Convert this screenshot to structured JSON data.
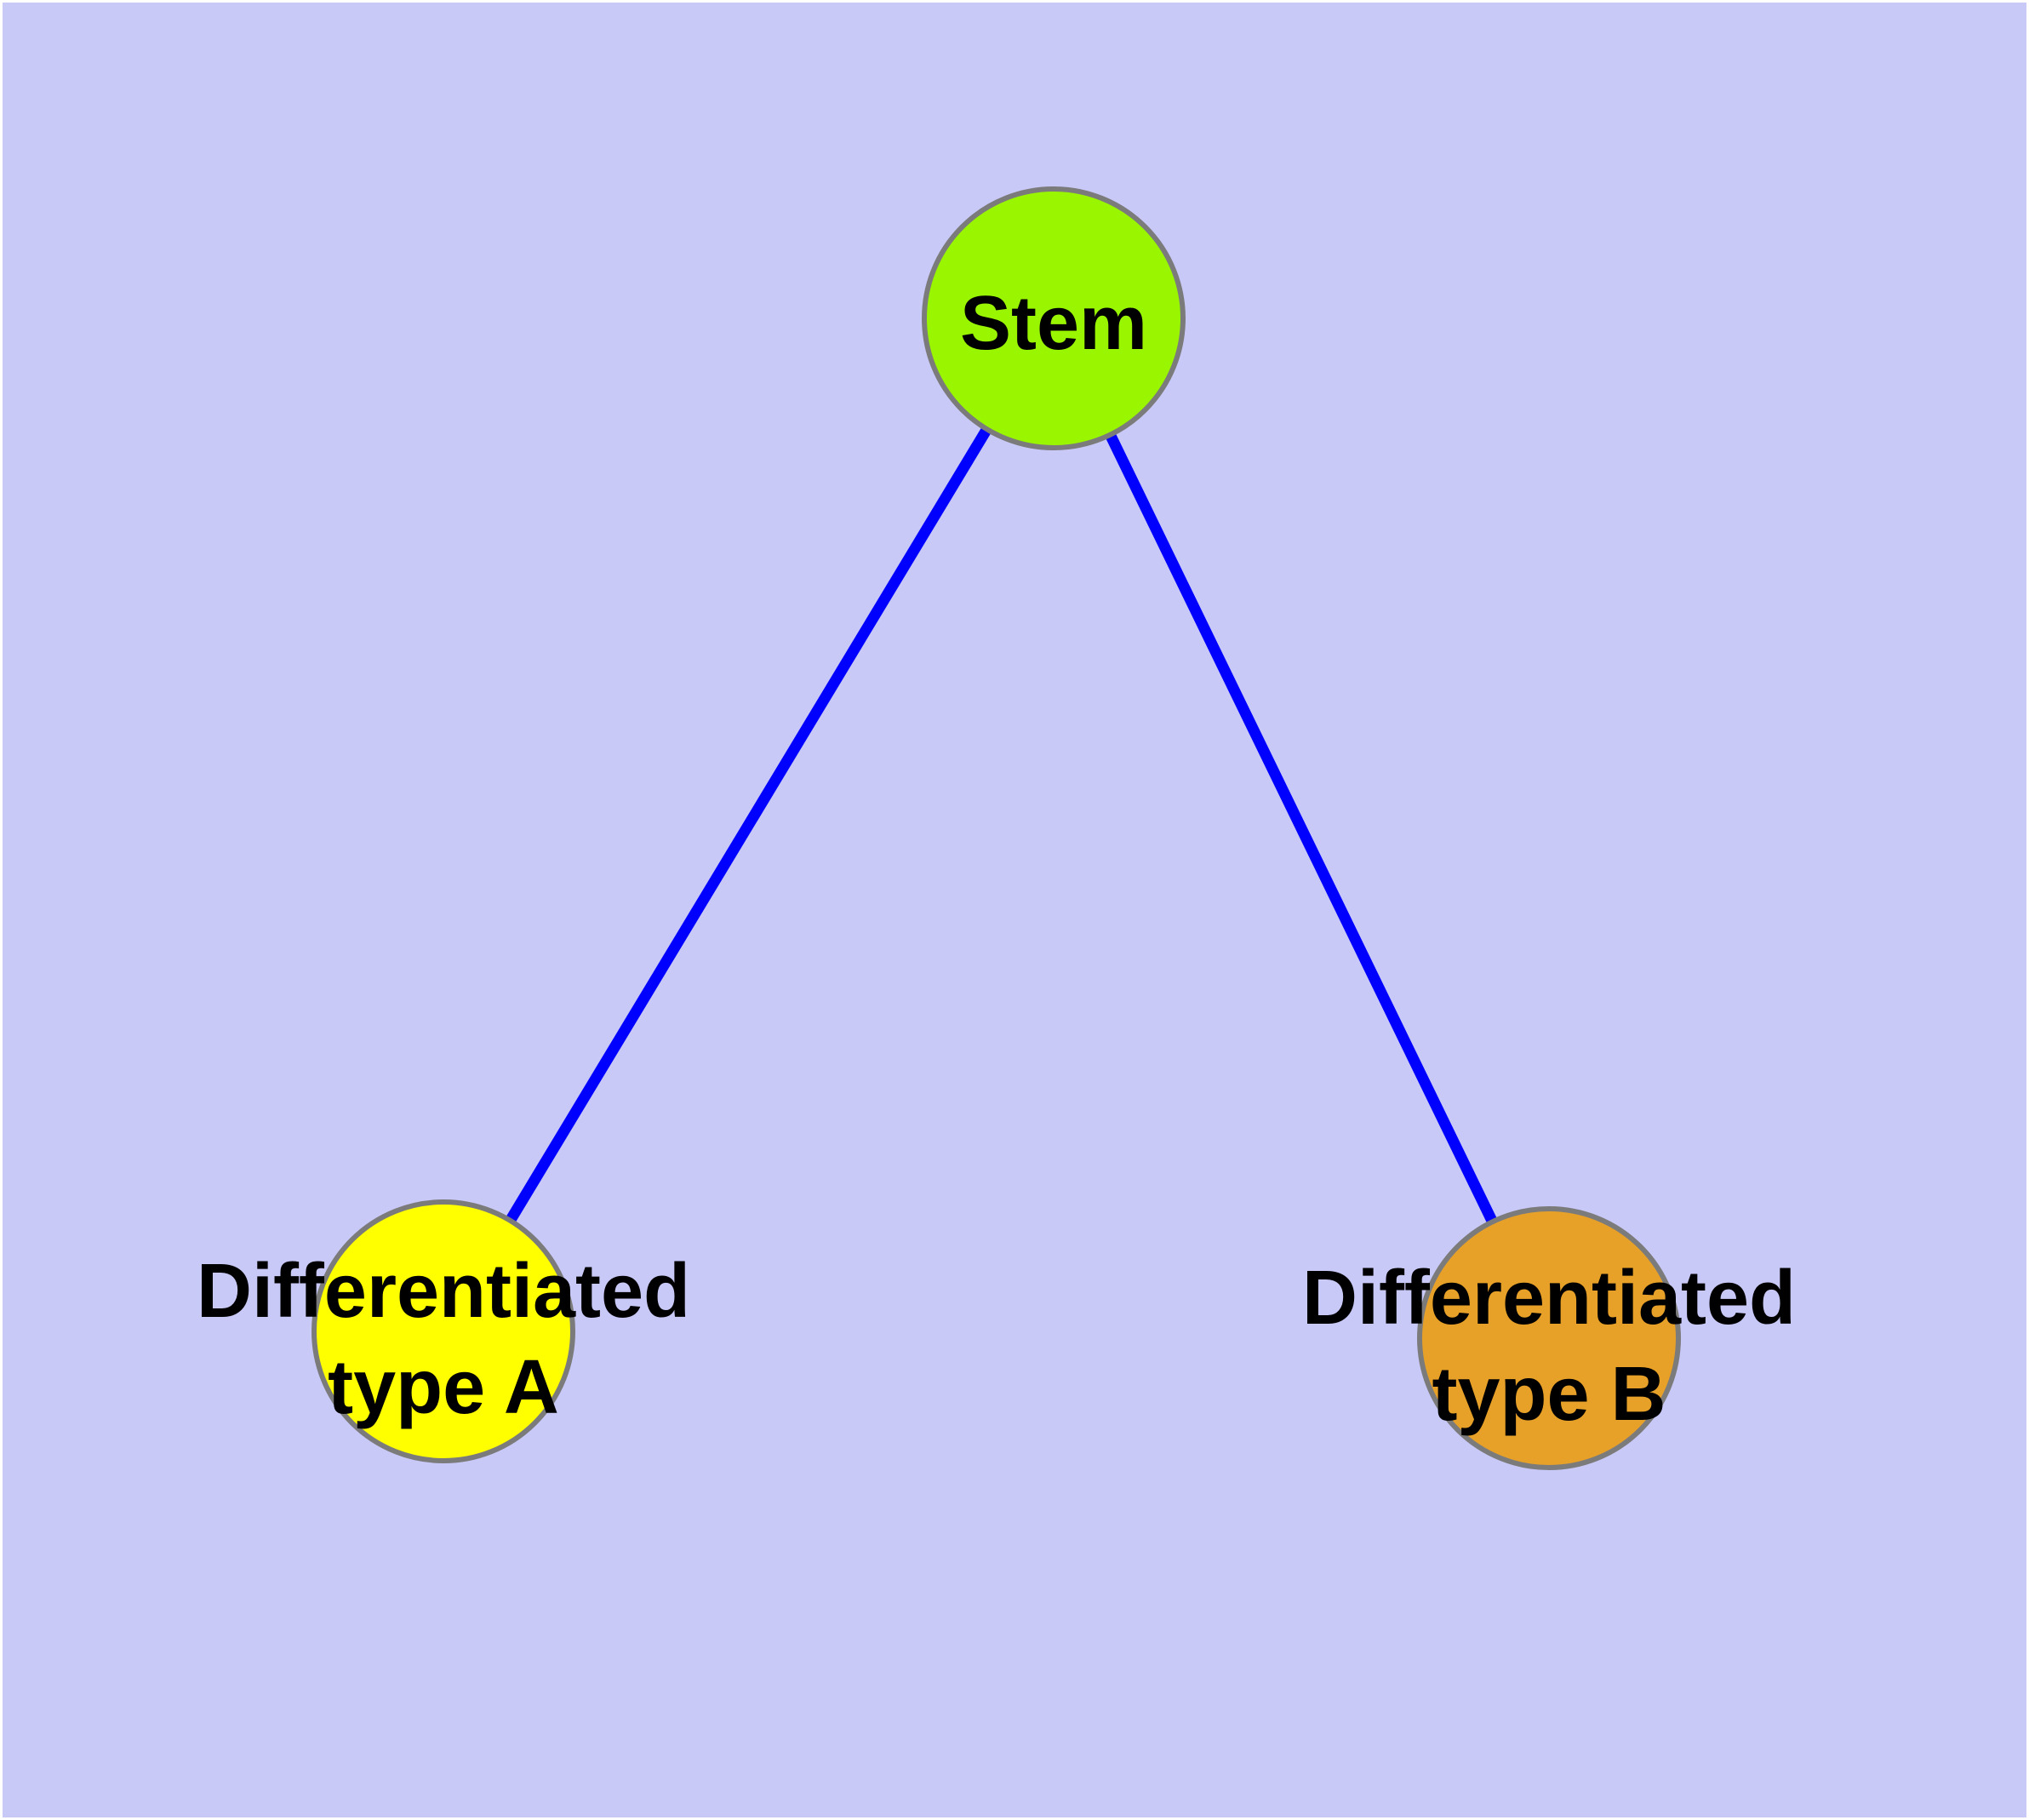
{
  "diagram": {
    "description": "Cell differentiation graph: a stem cell node linked to two differentiated cell-type nodes",
    "frame_color": "#FFFFFF",
    "background_color": "#C9C9F8",
    "edge_color": "#0000FF",
    "node_outline_color": "#7B7B7B",
    "label_color": "#000000",
    "nodes": [
      {
        "id": "stem",
        "label": "Stem",
        "label_lines": [
          "Stem"
        ],
        "fill": "#99F500"
      },
      {
        "id": "differentiated-type-a",
        "label": "Differentiated type A",
        "label_lines": [
          "Differentiated",
          "type A"
        ],
        "fill": "#FFFF00"
      },
      {
        "id": "differentiated-type-b",
        "label": "Differentiated type B",
        "label_lines": [
          "Differentiated",
          "type B"
        ],
        "fill": "#E8A128"
      }
    ],
    "edges": [
      {
        "from": "stem",
        "to": "differentiated-type-a"
      },
      {
        "from": "stem",
        "to": "differentiated-type-b"
      }
    ]
  }
}
